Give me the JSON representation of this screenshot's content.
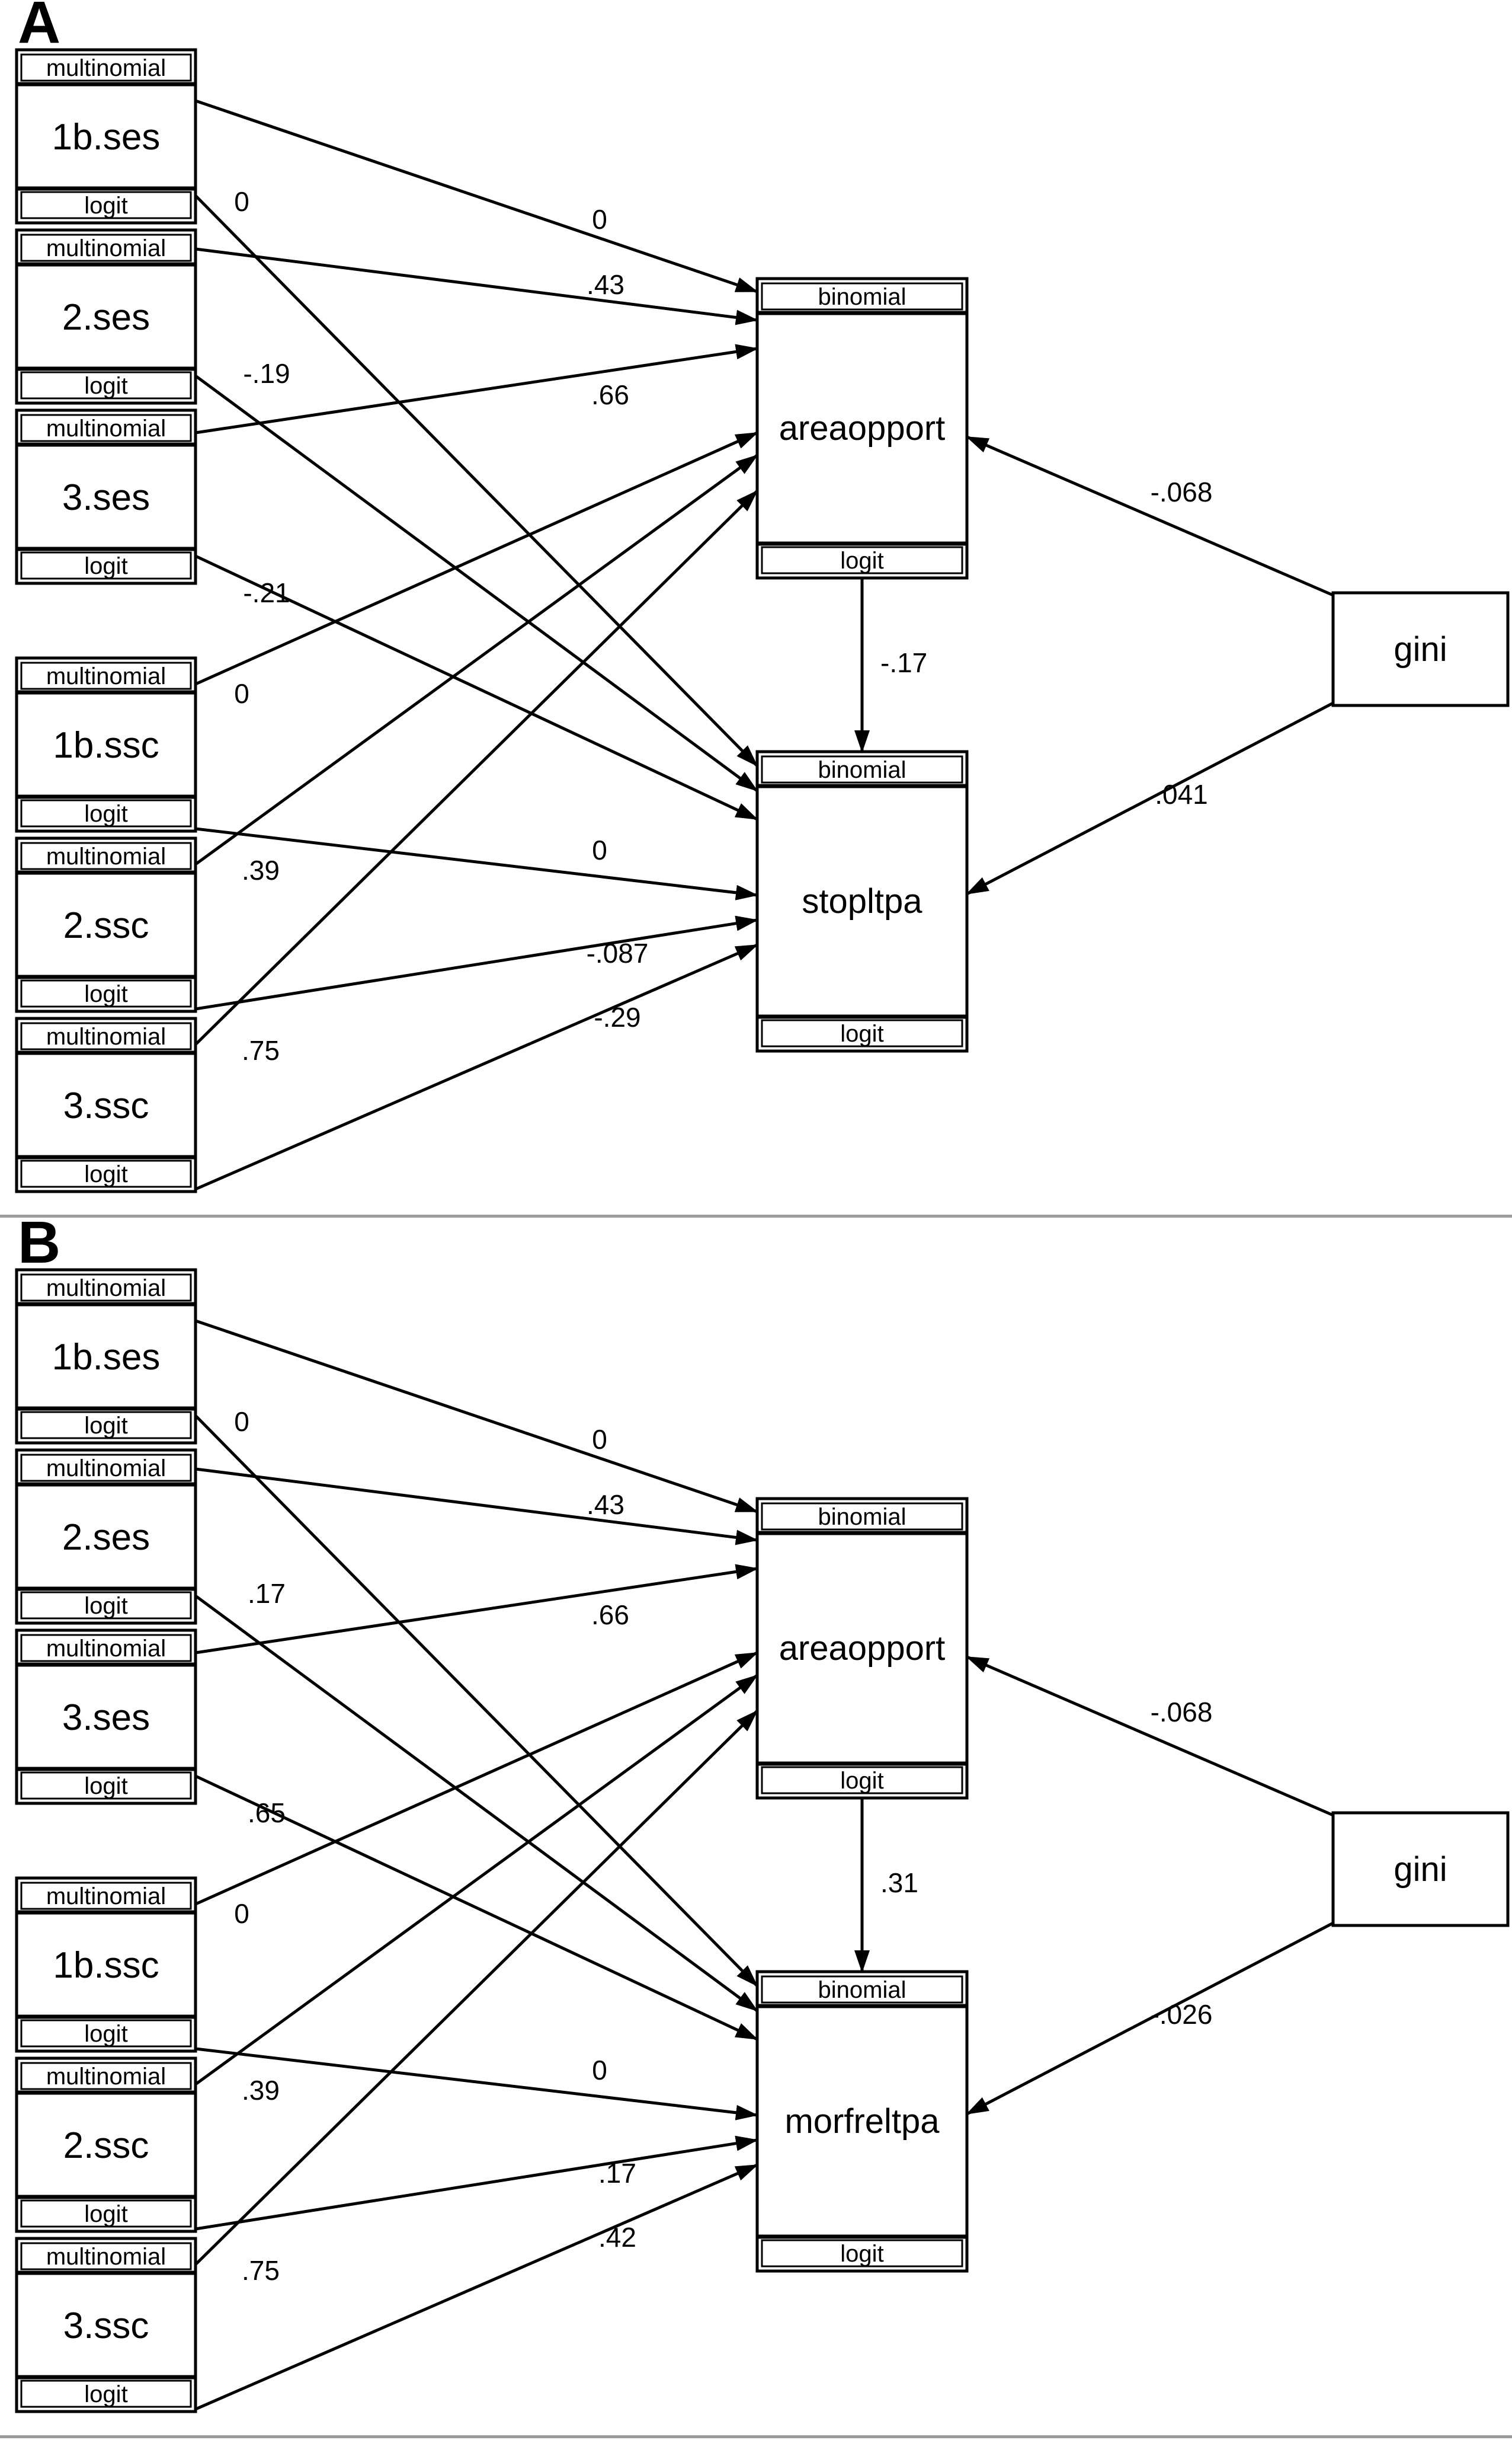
{
  "figure": {
    "background_color": "#ffffff",
    "line_color": "#000000",
    "divider_color": "#9b9b9b",
    "panels": [
      {
        "label": "A",
        "exposures": [
          {
            "family": "multinomial",
            "name": "1b.ses",
            "link": "logit"
          },
          {
            "family": "multinomial",
            "name": "2.ses",
            "link": "logit"
          },
          {
            "family": "multinomial",
            "name": "3.ses",
            "link": "logit"
          },
          {
            "family": "multinomial",
            "name": "1b.ssc",
            "link": "logit"
          },
          {
            "family": "multinomial",
            "name": "2.ssc",
            "link": "logit"
          },
          {
            "family": "multinomial",
            "name": "3.ssc",
            "link": "logit"
          }
        ],
        "outcomes": [
          {
            "family": "binomial",
            "name": "areaopport",
            "link": "logit"
          },
          {
            "family": "binomial",
            "name": "stopltpa",
            "link": "logit"
          }
        ],
        "covariate": {
          "name": "gini"
        },
        "paths": [
          {
            "from": "1b.ses",
            "to": "areaopport",
            "coef": "0"
          },
          {
            "from": "2.ses",
            "to": "areaopport",
            "coef": ".43"
          },
          {
            "from": "3.ses",
            "to": "areaopport",
            "coef": ".66"
          },
          {
            "from": "1b.ses",
            "to": "stopltpa",
            "coef": "0"
          },
          {
            "from": "2.ses",
            "to": "stopltpa",
            "coef": "-.19"
          },
          {
            "from": "3.ses",
            "to": "stopltpa",
            "coef": "-.21"
          },
          {
            "from": "1b.ssc",
            "to": "areaopport",
            "coef": "0"
          },
          {
            "from": "2.ssc",
            "to": "areaopport",
            "coef": ".39"
          },
          {
            "from": "3.ssc",
            "to": "areaopport",
            "coef": ".75"
          },
          {
            "from": "1b.ssc",
            "to": "stopltpa",
            "coef": "0"
          },
          {
            "from": "2.ssc",
            "to": "stopltpa",
            "coef": "-.087"
          },
          {
            "from": "3.ssc",
            "to": "stopltpa",
            "coef": "-.29"
          },
          {
            "from": "areaopport",
            "to": "stopltpa",
            "coef": "-.17"
          },
          {
            "from": "gini",
            "to": "areaopport",
            "coef": "-.068"
          },
          {
            "from": "gini",
            "to": "stopltpa",
            "coef": ".041"
          }
        ]
      },
      {
        "label": "B",
        "exposures": [
          {
            "family": "multinomial",
            "name": "1b.ses",
            "link": "logit"
          },
          {
            "family": "multinomial",
            "name": "2.ses",
            "link": "logit"
          },
          {
            "family": "multinomial",
            "name": "3.ses",
            "link": "logit"
          },
          {
            "family": "multinomial",
            "name": "1b.ssc",
            "link": "logit"
          },
          {
            "family": "multinomial",
            "name": "2.ssc",
            "link": "logit"
          },
          {
            "family": "multinomial",
            "name": "3.ssc",
            "link": "logit"
          }
        ],
        "outcomes": [
          {
            "family": "binomial",
            "name": "areaopport",
            "link": "logit"
          },
          {
            "family": "binomial",
            "name": "morfreltpa",
            "link": "logit"
          }
        ],
        "covariate": {
          "name": "gini"
        },
        "paths": [
          {
            "from": "1b.ses",
            "to": "areaopport",
            "coef": "0"
          },
          {
            "from": "2.ses",
            "to": "areaopport",
            "coef": ".43"
          },
          {
            "from": "3.ses",
            "to": "areaopport",
            "coef": ".66"
          },
          {
            "from": "1b.ses",
            "to": "morfreltpa",
            "coef": "0"
          },
          {
            "from": "2.ses",
            "to": "morfreltpa",
            "coef": ".17"
          },
          {
            "from": "3.ses",
            "to": "morfreltpa",
            "coef": ".65"
          },
          {
            "from": "1b.ssc",
            "to": "areaopport",
            "coef": "0"
          },
          {
            "from": "2.ssc",
            "to": "areaopport",
            "coef": ".39"
          },
          {
            "from": "3.ssc",
            "to": "areaopport",
            "coef": ".75"
          },
          {
            "from": "1b.ssc",
            "to": "morfreltpa",
            "coef": "0"
          },
          {
            "from": "2.ssc",
            "to": "morfreltpa",
            "coef": ".17"
          },
          {
            "from": "3.ssc",
            "to": "morfreltpa",
            "coef": ".42"
          },
          {
            "from": "areaopport",
            "to": "morfreltpa",
            "coef": ".31"
          },
          {
            "from": "gini",
            "to": "areaopport",
            "coef": "-.068"
          },
          {
            "from": "gini",
            "to": "morfreltpa",
            "coef": "-.026"
          }
        ]
      }
    ]
  }
}
